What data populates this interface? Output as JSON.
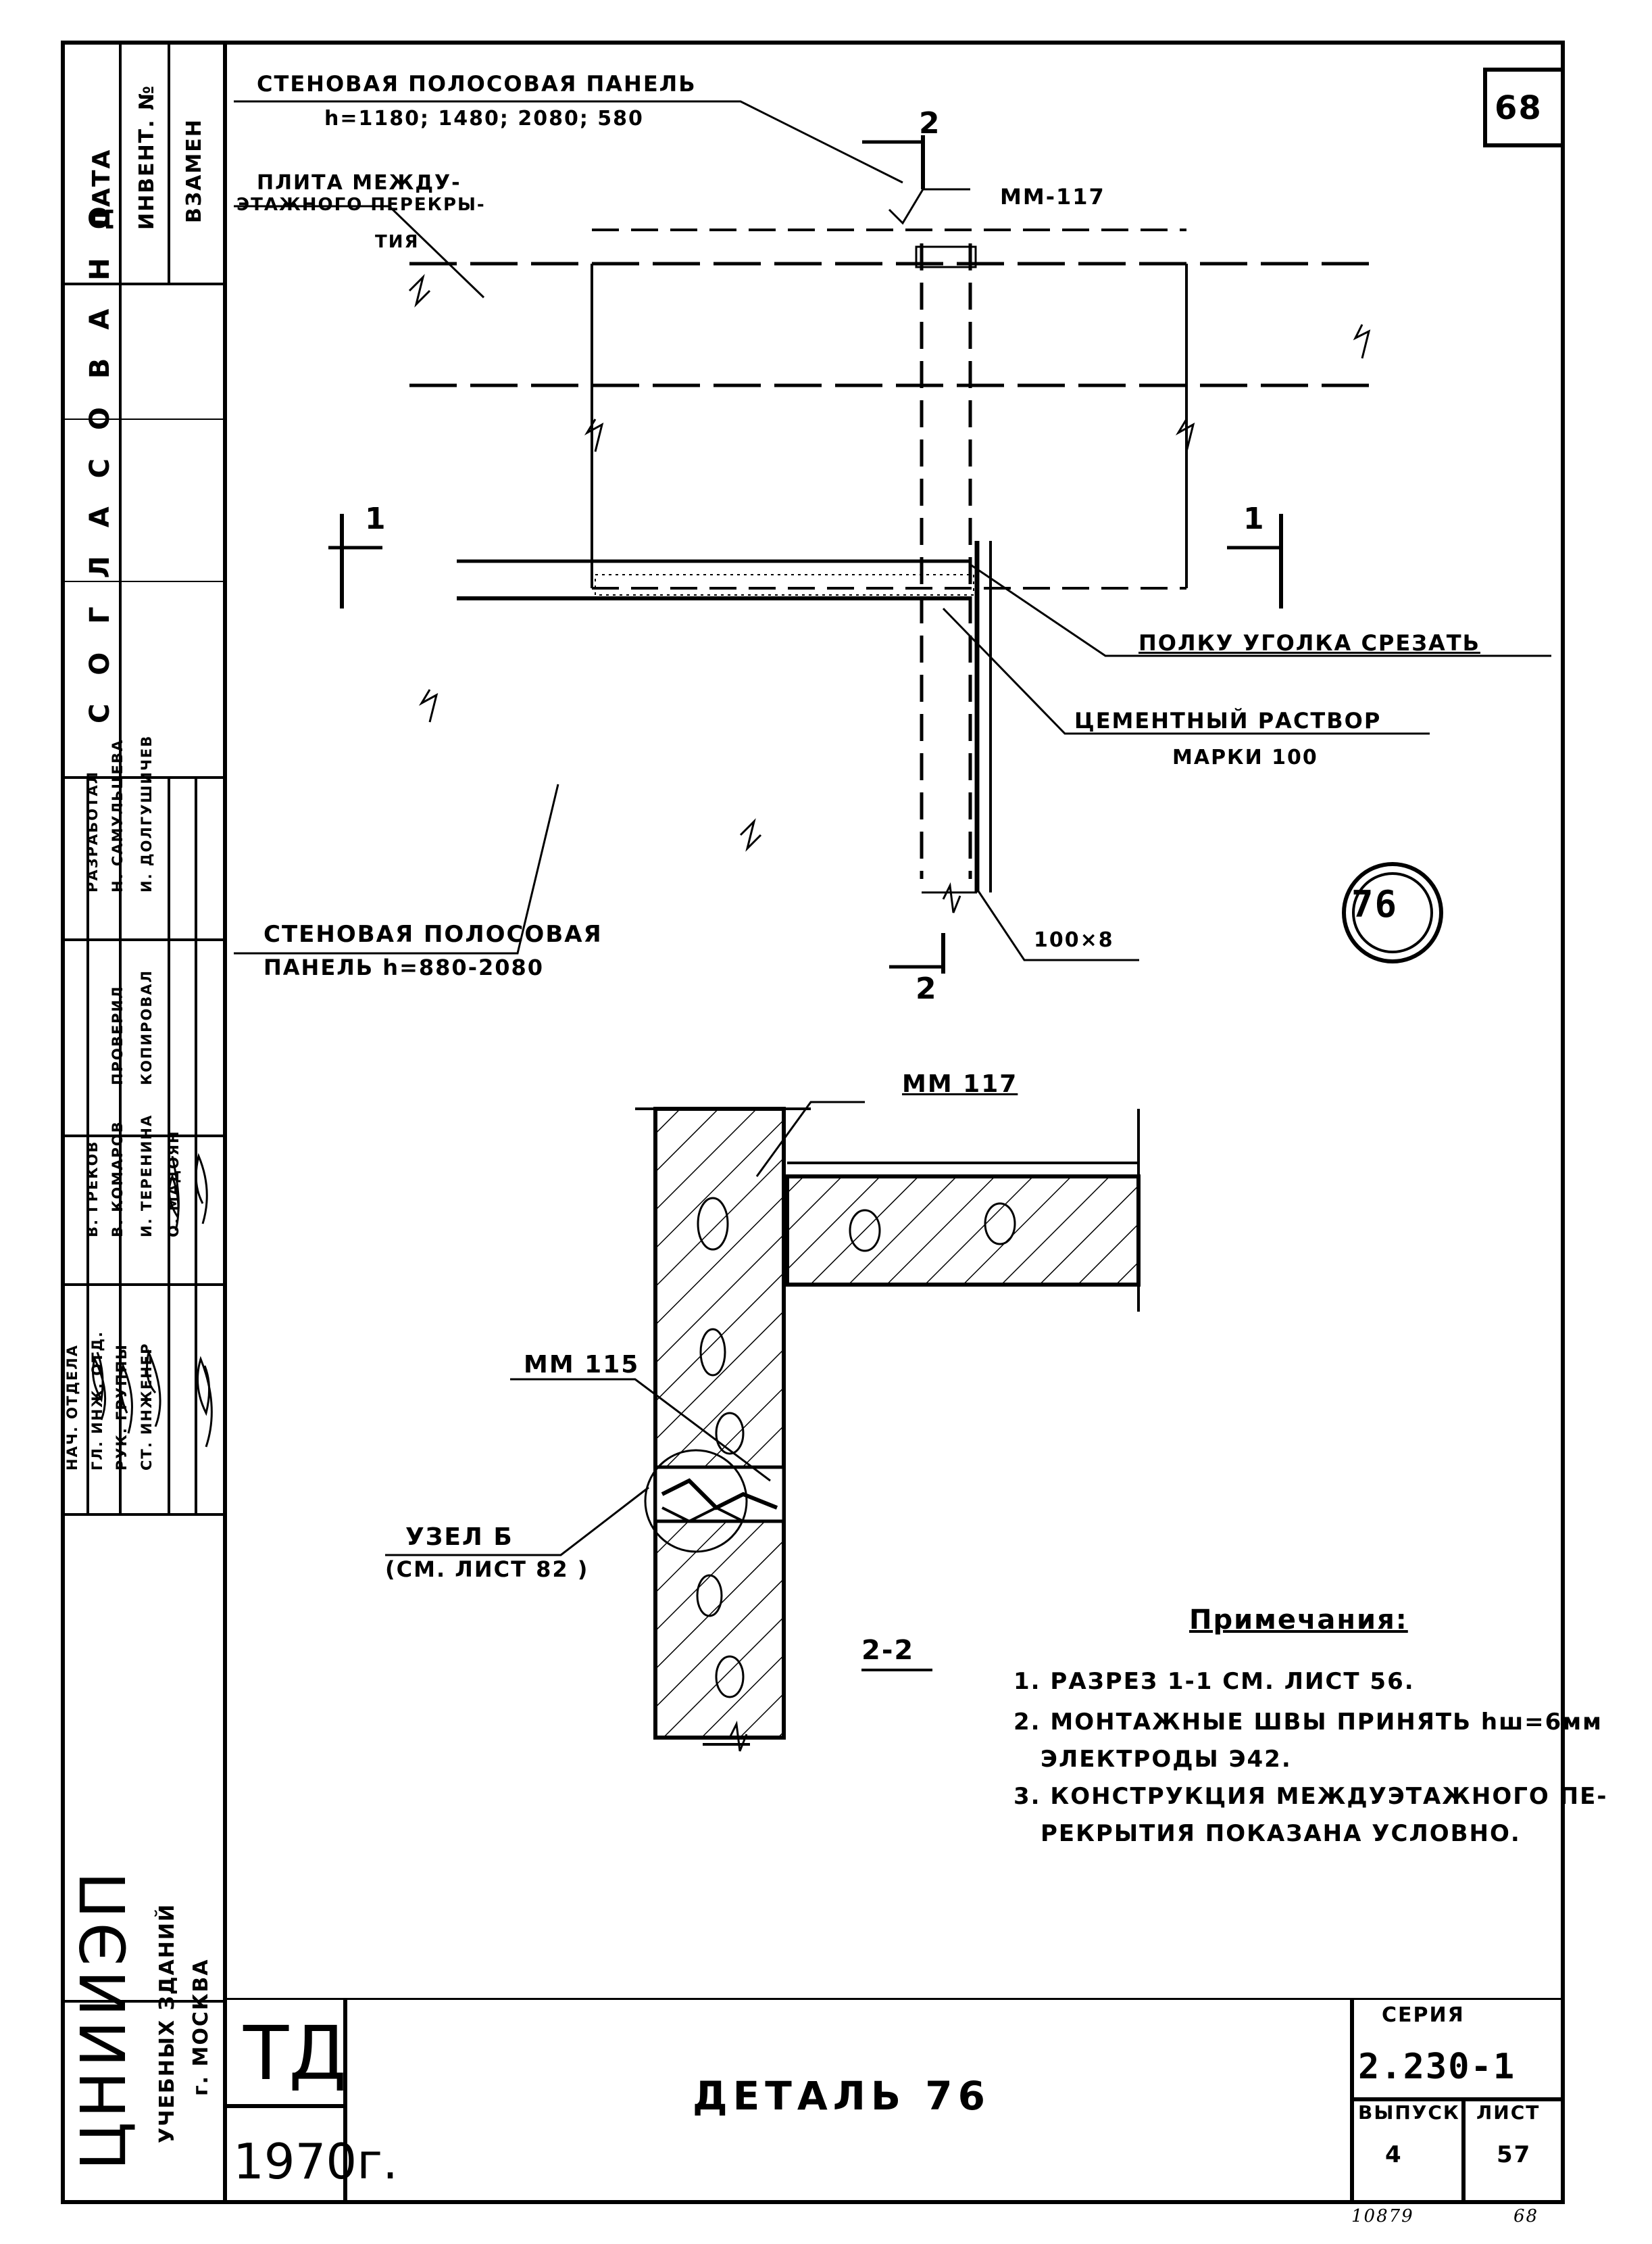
{
  "sheet_number": "68",
  "detail_marker": "76",
  "plan": {
    "section_2_top": "2",
    "section_2_bottom": "2",
    "section_1_left": "1",
    "section_1_right": "1",
    "label_top_panel": "СТЕНОВАЯ ПОЛОСОВАЯ ПАНЕЛЬ",
    "label_top_panel_h": "h=1180; 1480; 2080; 580",
    "label_slab_1": "ПЛИТА МЕЖДУ-",
    "label_slab_2": "ЭТАЖНОГО ПЕРЕКРЫ-",
    "label_slab_3": "ТИЯ",
    "label_mm117": "ММ-117",
    "label_cut": "ПОЛКУ УГОЛКА СРЕЗАТЬ",
    "label_mortar_1": "ЦЕМЕНТНЫЙ РАСТВОР",
    "label_mortar_2": "МАРКИ 100",
    "label_bottom_panel_1": "СТЕНОВАЯ ПОЛОСОВАЯ",
    "label_bottom_panel_2": "ПАНЕЛЬ h=880-2080",
    "label_angle": "100×8"
  },
  "section": {
    "label_mm117": "ММ 117",
    "label_mm115": "ММ 115",
    "label_node_1": "УЗЕЛ Б",
    "label_node_2": "(СМ. ЛИСТ 82 )",
    "section_title": "2-2"
  },
  "notes": {
    "title": "Примечания:",
    "items": [
      "1. РАЗРЕЗ 1-1 СМ. ЛИСТ 56.",
      "2. МОНТАЖНЫЕ ШВЫ ПРИНЯТЬ hш=6мм",
      "ЭЛЕКТРОДЫ Э42.",
      "3. КОНСТРУКЦИЯ МЕЖДУЭТАЖНОГО ПЕ-",
      "РЕКРЫТИЯ ПОКАЗАНА УСЛОВНО."
    ]
  },
  "title_block": {
    "org_logo": "ЦНИИЭП",
    "org_line_1": "УЧЕБНЫХ ЗДАНИЙ",
    "org_line_2": "г. МОСКВА",
    "stage": "ТД",
    "year": "1970г.",
    "title": "ДЕТАЛЬ 76",
    "series_label": "СЕРИЯ",
    "series": "2.230-1",
    "issue_label": "ВЫПУСК",
    "issue": "4",
    "sheet_label": "ЛИСТ",
    "sheet": "57",
    "archive_number": "10879",
    "archive_sheet": "68"
  },
  "stamp": {
    "col_date": "ДАТА",
    "col_inv": "ИНВЕНТ. №",
    "col_replace": "ВЗАМЕН",
    "agreed": "С О Г Л А С О В А Н О",
    "roles": [
      "НАЧ. ОТДЕЛА",
      "ГЛ. ИНЖ. ОТД.",
      "РУК. ГРУППЫ",
      "СТ. ИНЖЕНЕР"
    ],
    "names": [
      "В. ГРЕКОВ",
      "В. КОМАРОВ",
      "И. ТЕРЕНИНА",
      "О. МАДОЯН"
    ],
    "checked": "ПРОВЕРИЛ",
    "copied": "КОПИРОВАЛ",
    "drawn": "РАЗРАБОТАЛ",
    "drawn_names": [
      "Н. САМУЛЬЦЕВА",
      "И. ДОЛГУШИЧЕВ"
    ]
  }
}
